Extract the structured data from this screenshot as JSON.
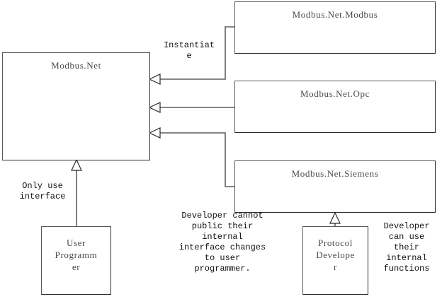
{
  "diagram": {
    "title": "Modbus.Net architecture diagram",
    "background_color": "#ffffff",
    "line_color": "#5f5f5f",
    "text_color": "#111111",
    "boxes": [
      {
        "id": "modbus-net",
        "label": "Modbus.Net"
      },
      {
        "id": "modbus-net-modbus",
        "label": "Modbus.Net.Modbus"
      },
      {
        "id": "modbus-net-opc",
        "label": "Modbus.Net.Opc"
      },
      {
        "id": "modbus-net-siemens",
        "label": "Modbus.Net.Siemens"
      },
      {
        "id": "user-programmer",
        "label": "User\nProgramm\ner"
      },
      {
        "id": "protocol-developer",
        "label": "Protocol\nDevelope\nr"
      }
    ],
    "notes": [
      {
        "id": "instantiate",
        "text": "Instantiat\ne"
      },
      {
        "id": "only-use",
        "text": "Only use\ninterface"
      },
      {
        "id": "developer-cannot",
        "text": "Developer cannot\npublic their\ninternal\ninterface changes\nto user\nprogrammer."
      },
      {
        "id": "developer-can",
        "text": "Developer\ncan use\ntheir\ninternal\nfunctions"
      }
    ]
  }
}
